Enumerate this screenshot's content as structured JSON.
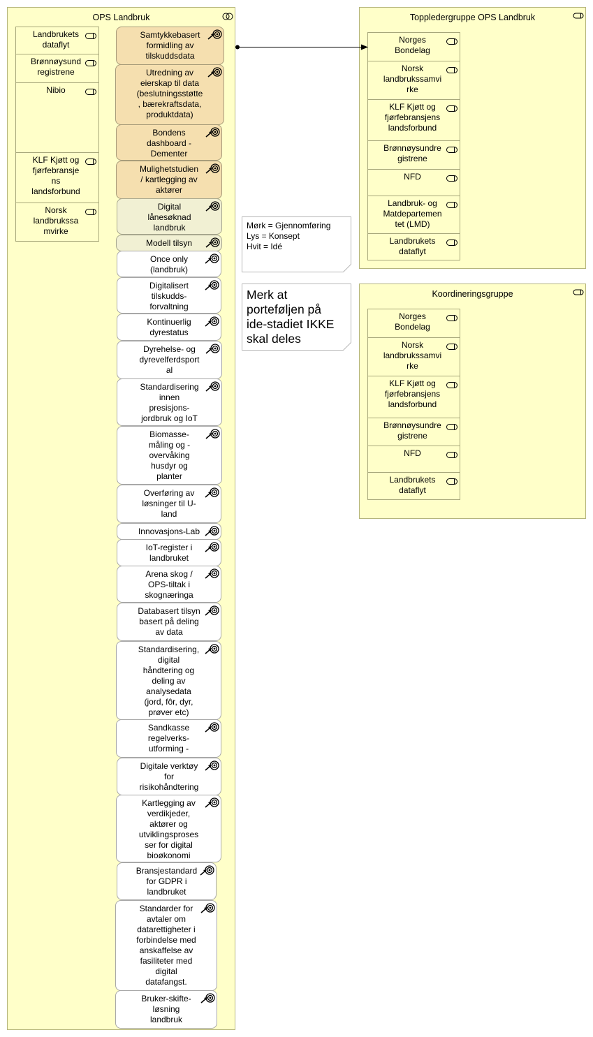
{
  "ops_landbruk": {
    "title": "OPS Landbruk",
    "actors": [
      {
        "label": "Landbrukets\ndataflyt"
      },
      {
        "label": "Brønnøysund\nregistrene"
      },
      {
        "label": "Nibio"
      },
      {
        "label": "KLF Kjøtt og\nfjørfebransje\nns\nlandsforbund"
      },
      {
        "label": "Norsk\nlandbrukssa\nmvirke"
      }
    ],
    "work_packages": [
      {
        "label": "Samtykkebasert\nformidling av\ntilskuddsdata",
        "status": "dark"
      },
      {
        "label": "Utredning av\neierskap til data\n(beslutningsstøtte\n, bærekraftsdata,\nproduktdata)",
        "status": "dark"
      },
      {
        "label": "Bondens\ndashboard -\nDementer",
        "status": "dark"
      },
      {
        "label": "Mulighetstudien\n/ kartlegging av\naktører",
        "status": "dark"
      },
      {
        "label": "Digital\nlånesøknad\nlandbruk",
        "status": "light"
      },
      {
        "label": "Modell tilsyn",
        "status": "light"
      },
      {
        "label": "Once only\n(landbruk)",
        "status": "white"
      },
      {
        "label": "Digitalisert\ntilskudds-\nforvaltning",
        "status": "white"
      },
      {
        "label": "Kontinuerlig\ndyrestatus",
        "status": "white"
      },
      {
        "label": "Dyrehelse- og\ndyrevelferdsport\nal",
        "status": "white"
      },
      {
        "label": "Standardisering\ninnen\npresisjons-\njordbruk og IoT",
        "status": "white"
      },
      {
        "label": "Biomasse-\nmåling og -\novervåking\nhusdyr og\nplanter",
        "status": "white"
      },
      {
        "label": "Overføring av\nløsninger til U-\nland",
        "status": "white"
      },
      {
        "label": "Innovasjons-Lab",
        "status": "white"
      },
      {
        "label": "IoT-register i\nlandbruket",
        "status": "white"
      },
      {
        "label": "Arena skog /\nOPS-tiltak i\nskognæringa",
        "status": "white"
      },
      {
        "label": "Databasert tilsyn\nbasert på deling\nav data",
        "status": "white"
      },
      {
        "label": "Standardisering,\ndigital\nhåndtering og\ndeling av\nanalysedata\n(jord, fôr, dyr,\nprøver etc)",
        "status": "white"
      },
      {
        "label": "Sandkasse\nregelverks-\nutforming -",
        "status": "white"
      },
      {
        "label": "Digitale verktøy\nfor\nrisikohåndtering",
        "status": "white"
      },
      {
        "label": "Kartlegging av\nverdikjeder,\naktører og\nutviklingsproses\nser for digital\nbioøkonomi",
        "status": "white"
      },
      {
        "label": "Bransjestandard\nfor GDPR i\nlandbruket",
        "status": "white"
      },
      {
        "label": "Standarder for\navtaler om\ndatarettigheter i\nforbindelse med\nanskaffelse av\nfasiliteter med\ndigital\ndatafangst.",
        "status": "white"
      },
      {
        "label": "Bruker-skifte-\nløsning\nlandbruk",
        "status": "white"
      }
    ]
  },
  "toppleder": {
    "title": "Toppledergruppe OPS Landbruk",
    "actors": [
      {
        "label": "Norges\nBondelag"
      },
      {
        "label": "Norsk\nlandbrukssamvi\nrke"
      },
      {
        "label": "KLF Kjøtt og\nfjørfebransjens\nlandsforbund"
      },
      {
        "label": "Brønnøysundre\ngistrene"
      },
      {
        "label": "NFD"
      },
      {
        "label": "Landbruk- og\nMatdepartemen\ntet (LMD)"
      },
      {
        "label": "Landbrukets\ndataflyt"
      }
    ]
  },
  "koordinering": {
    "title": "Koordineringsgruppe",
    "actors": [
      {
        "label": "Norges\nBondelag"
      },
      {
        "label": "Norsk\nlandbrukssamvi\nrke"
      },
      {
        "label": "KLF Kjøtt og\nfjørfebransjens\nlandsforbund"
      },
      {
        "label": "Brønnøysundre\ngistrene"
      },
      {
        "label": "NFD"
      },
      {
        "label": "Landbrukets\ndataflyt"
      }
    ]
  },
  "notes": {
    "legend": "Mørk = Gjennomføring\nLys = Konsept\nHvit = Idé",
    "warning": "Merk at\nporteføljen på\nide-stadiet IKKE\nskal deles"
  },
  "colors": {
    "group_fill": "#ffffc9",
    "dark_fill": "#f5dfaf",
    "light_fill": "#f1f0d3",
    "white_fill": "#ffffff"
  }
}
